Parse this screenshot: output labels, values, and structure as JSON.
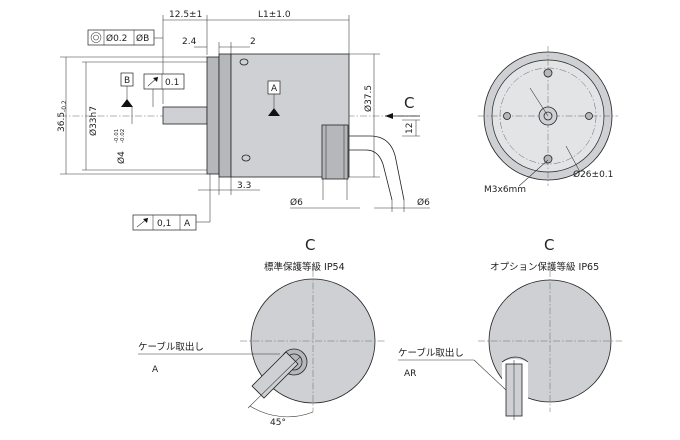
{
  "side_view": {
    "dim_flange_offset": "12.5±1",
    "dim_body_length": "L1±1.0",
    "dim_shaft_face": "2.4",
    "dim_flange_thick": "2",
    "dim_body_dia": "Ø37.5",
    "dim_flange_dia": "36.5",
    "dim_flange_dia_tol": "-0.2",
    "dim_pilot_dia": "Ø33h7",
    "dim_shaft_dia": "Ø4",
    "dim_shaft_tol_upper": "-0.01",
    "dim_shaft_tol_lower": "-0.02",
    "dim_shaft_len": "3.3",
    "dim_cable_left": "Ø6",
    "dim_cable_right": "Ø6",
    "dim_cable_height": "12",
    "view_letter": "C",
    "datum_a": "A",
    "datum_b": "B",
    "gtol_runout_top_value": "0.1",
    "gtol_concentric_value": "Ø0.2",
    "gtol_concentric_datum": "ØB",
    "gtol_runout_bottom_value": "0,1",
    "gtol_runout_bottom_datum": "A"
  },
  "front_view": {
    "mount_screw": "M3x6mm",
    "bolt_circle": "Ø26±0.1"
  },
  "variant_left": {
    "letter": "C",
    "title": "標準保護等級 IP54",
    "cable_label": "ケーブル取出し",
    "cable_code": "A",
    "angle": "45°"
  },
  "variant_right": {
    "letter": "C",
    "title": "オプション保護等級 IP65",
    "cable_label": "ケーブル取出し",
    "cable_code": "AR"
  },
  "icons": {
    "concentric": "concentricity-icon",
    "runout": "circular-runout-icon"
  }
}
